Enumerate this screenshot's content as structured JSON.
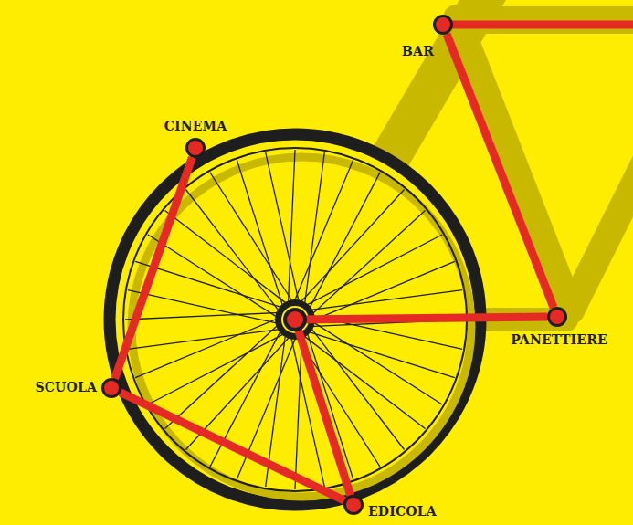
{
  "diagram": {
    "nodes": [
      {
        "text": [
          "BAR"
        ]
      },
      {
        "text": [
          "CINEMA"
        ]
      },
      {
        "text": [
          "SCUOLA"
        ]
      },
      {
        "text": [
          "PANETTIERE"
        ]
      },
      {
        "text": [
          "EDICOLA"
        ]
      }
    ],
    "edges": [
      {
        "from": 1,
        "to": 2,
        "arrow": "none"
      },
      {
        "from": 2,
        "to": 4,
        "arrow": "none"
      },
      {
        "from": 4,
        "to": 3,
        "arrow": "none"
      },
      {
        "from": 3,
        "to": 0,
        "arrow": "none"
      }
    ]
  }
}
